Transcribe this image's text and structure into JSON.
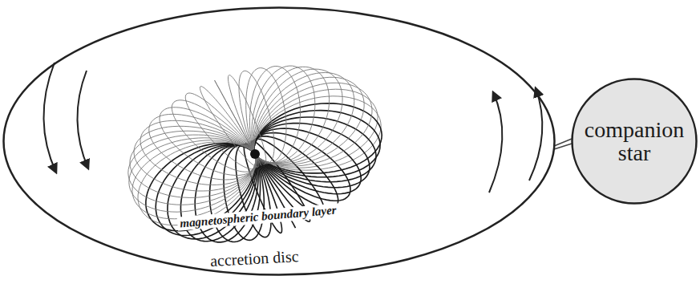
{
  "diagram": {
    "nodes": [
      {
        "text": [
          "accretion disc"
        ]
      },
      {
        "text": [
          "companion star"
        ]
      }
    ],
    "edges": [
      {
        "from": 1,
        "to": 0,
        "arrow": "none"
      }
    ],
    "labels": [
      "magnetospheric boundary layer"
    ]
  }
}
